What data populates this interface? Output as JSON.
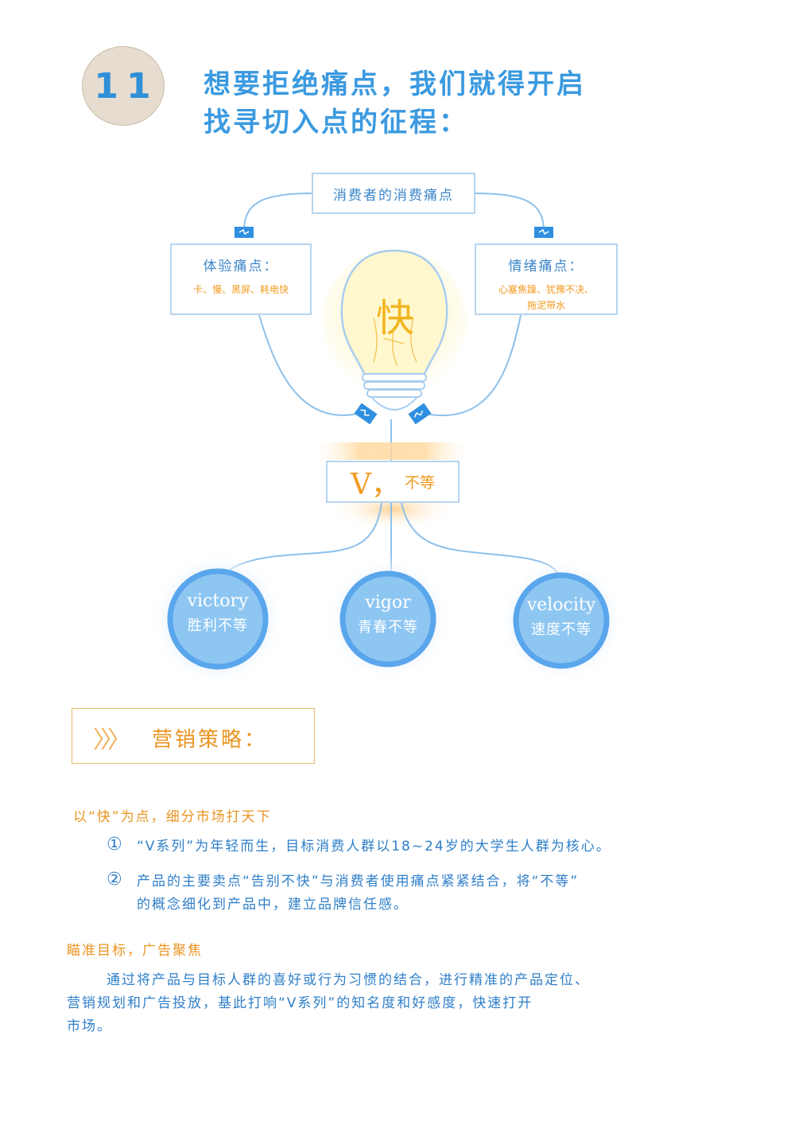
{
  "header": {
    "badge_number": "11",
    "title_line1": "想要拒绝痛点，我们就得开启",
    "title_line2": "找寻切入点的征程："
  },
  "diagram": {
    "top_box": "消费者的消费痛点",
    "left_box": {
      "title": "体验痛点：",
      "detail": "卡、慢、黑屏、耗电快"
    },
    "right_box": {
      "title": "情绪痛点：",
      "detail_line1": "心塞焦躁、犹豫不决、",
      "detail_line2": "拖泥带水"
    },
    "bulb_text": "快",
    "center_box": {
      "main": "V，",
      "sub": "不等"
    },
    "circles": [
      {
        "en": "victory",
        "cn": "胜利不等"
      },
      {
        "en": "vigor",
        "cn": "青春不等"
      },
      {
        "en": "velocity",
        "cn": "速度不等"
      }
    ],
    "colors": {
      "blue_line": "#7fb8e8",
      "orange": "#f29a1e",
      "circle_fill": "#8ec4f2"
    }
  },
  "strategy": {
    "chevrons": "〉〉〉",
    "label": "营销策略："
  },
  "section1": {
    "heading": "以“快”为点，细分市场打天下",
    "items": [
      {
        "num": "①",
        "text": "“V系列”为年轻而生，目标消费人群以18~24岁的大学生人群为核心。"
      },
      {
        "num": "②",
        "text_line1": "产品的主要卖点“告别不快”与消费者使用痛点紧紧结合，将“不等”",
        "text_line2": "的概念细化到产品中，建立品牌信任感。"
      }
    ]
  },
  "section2": {
    "heading": "瞄准目标，广告聚焦",
    "line1": "通过将产品与目标人群的喜好或行为习惯的结合，进行精准的产品定位、",
    "line2": "营销规划和广告投放，基此打响“V系列”的知名度和好感度，快速打开",
    "line3": "市场。"
  }
}
